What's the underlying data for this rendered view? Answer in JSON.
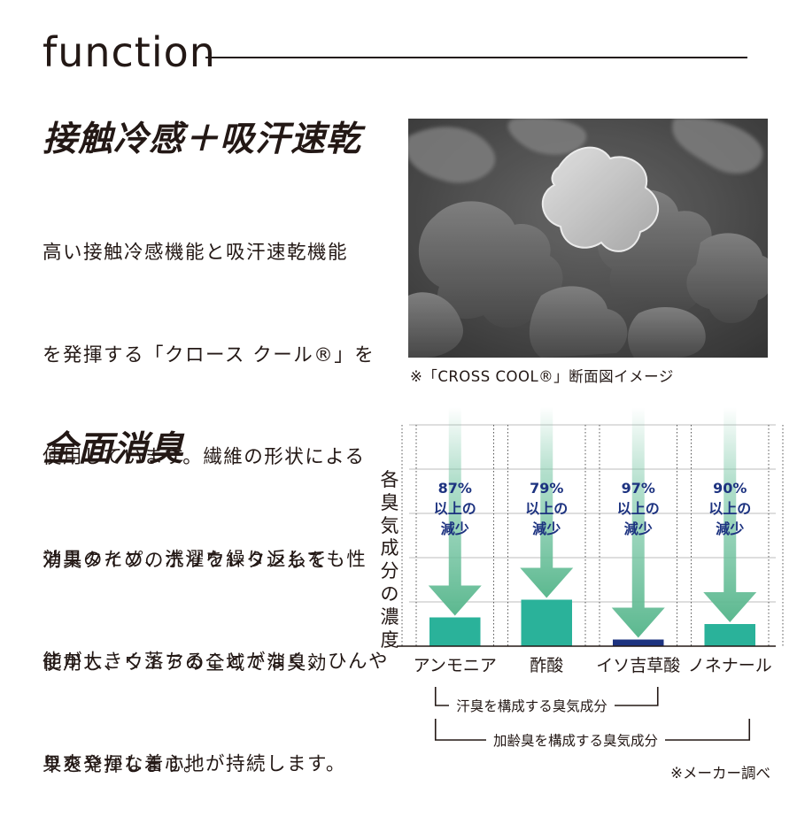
{
  "header": {
    "title": "function"
  },
  "section1": {
    "heading": "接触冷感＋吸汗速乾",
    "body_lines": [
      "高い接触冷感機能と吸汗速乾機能",
      "を発揮する「クロース クール®」を",
      "使用しています。繊維の形状による",
      "効果のため、洗濯を繰り返しても性",
      "能が大きく落ちることがなく、ひんや",
      "り爽やかな着心地が持続します。"
    ],
    "image_caption": "※「CROSS COOL®」断面図イメージ"
  },
  "section2": {
    "heading": "全面消臭",
    "body_lines": [
      "消臭タイプのポリウレタン糸を",
      "使用し、ウエアの全域で消臭効",
      "果を発揮します。"
    ]
  },
  "chart_data": {
    "type": "bar",
    "ylabel": "各臭気成分の濃度",
    "categories": [
      "アンモニア",
      "酢酸",
      "イソ吉草酸",
      "ノネナール"
    ],
    "values": [
      13,
      21,
      3,
      10
    ],
    "value_labels": [
      [
        "87%",
        "以上の",
        "減少"
      ],
      [
        "79%",
        "以上の",
        "減少"
      ],
      [
        "97%",
        "以上の",
        "減少"
      ],
      [
        "90%",
        "以上の",
        "減少"
      ]
    ],
    "bar_colors": [
      "#2ab29a",
      "#2ab29a",
      "#1d3380",
      "#2ab29a"
    ],
    "arrow_color": "#7ec9a9",
    "grid": true,
    "brackets": [
      {
        "label": "汗臭を構成する臭気成分",
        "span": [
          "アンモニア",
          "イソ吉草酸"
        ]
      },
      {
        "label": "加齢臭を構成する臭気成分",
        "span": [
          "アンモニア",
          "ノネナール"
        ]
      }
    ],
    "source_note": "※メーカー調べ"
  }
}
